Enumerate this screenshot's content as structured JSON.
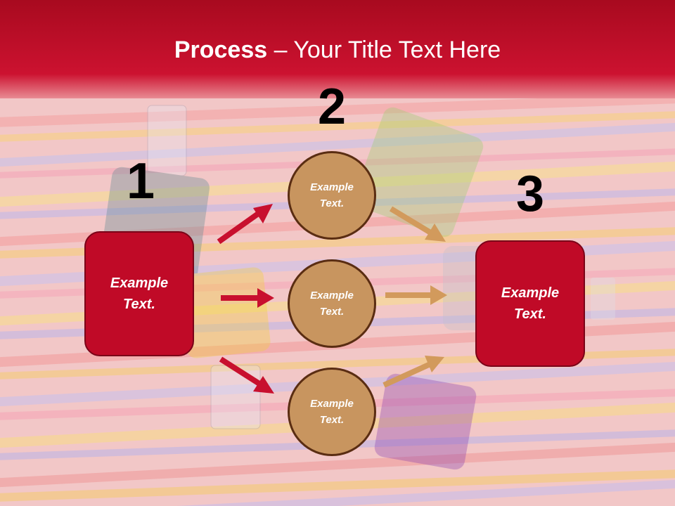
{
  "slide": {
    "title_bold": "Process",
    "title_rest": " – Your Title Text Here"
  },
  "steps": [
    {
      "number": "1"
    },
    {
      "number": "2"
    },
    {
      "number": "3"
    }
  ],
  "boxes": {
    "left": "Example\nText.",
    "right": "Example\nText."
  },
  "circles": [
    {
      "text": "Example\nText."
    },
    {
      "text": "Example\nText."
    },
    {
      "text": "Example\nText."
    }
  ],
  "colors": {
    "header": "#c8102e",
    "box": "#c00a27",
    "circle": "#c8955f",
    "arrow_red": "#c8102e",
    "arrow_tan": "#d29a5c"
  }
}
